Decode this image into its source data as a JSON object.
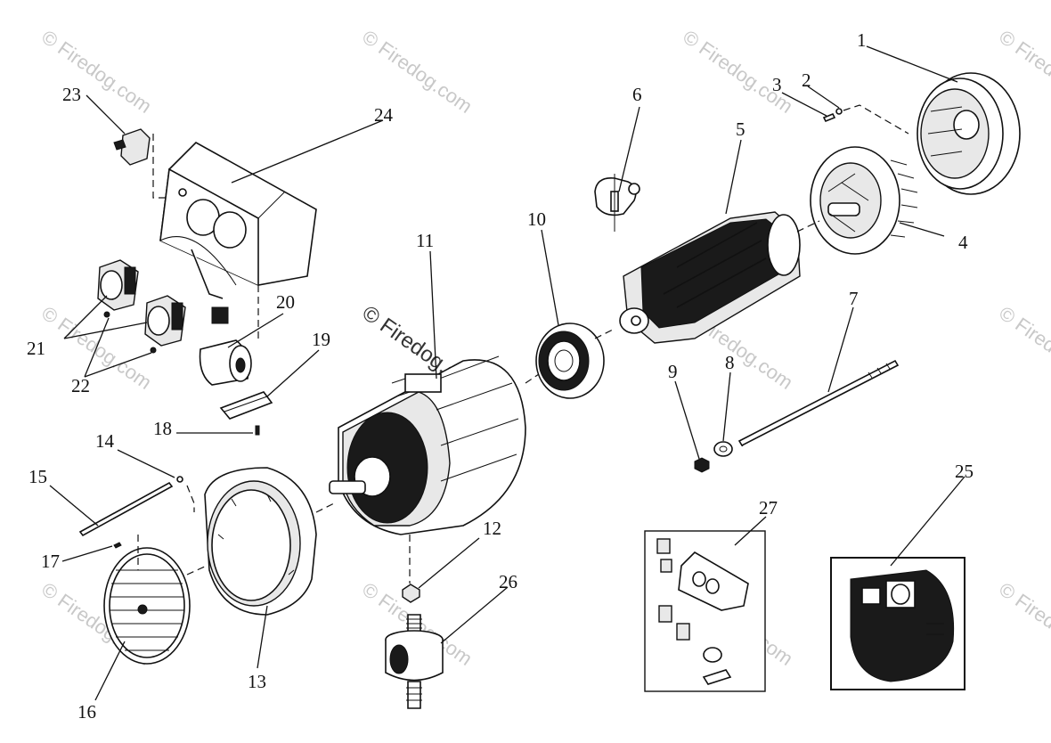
{
  "watermark": {
    "text": "© Firedog.com",
    "center_text": "© Firedog.com"
  },
  "callouts": [
    "1",
    "2",
    "3",
    "4",
    "5",
    "6",
    "7",
    "8",
    "9",
    "10",
    "11",
    "12",
    "13",
    "14",
    "15",
    "16",
    "17",
    "18",
    "19",
    "20",
    "21",
    "22",
    "23",
    "24",
    "25",
    "26",
    "27"
  ],
  "colors": {
    "line": "#111111",
    "background": "#ffffff",
    "watermark": "#c8c8c8"
  },
  "icons": [
    "end-cover",
    "screw",
    "fan",
    "rotor",
    "diode",
    "through-bolt",
    "washer",
    "nut",
    "bearing",
    "stator",
    "shroud",
    "grille",
    "bracket",
    "capacitor",
    "outlet",
    "control-panel",
    "breaker",
    "vibration-mount",
    "generator-assembly",
    "panel-assembly"
  ]
}
